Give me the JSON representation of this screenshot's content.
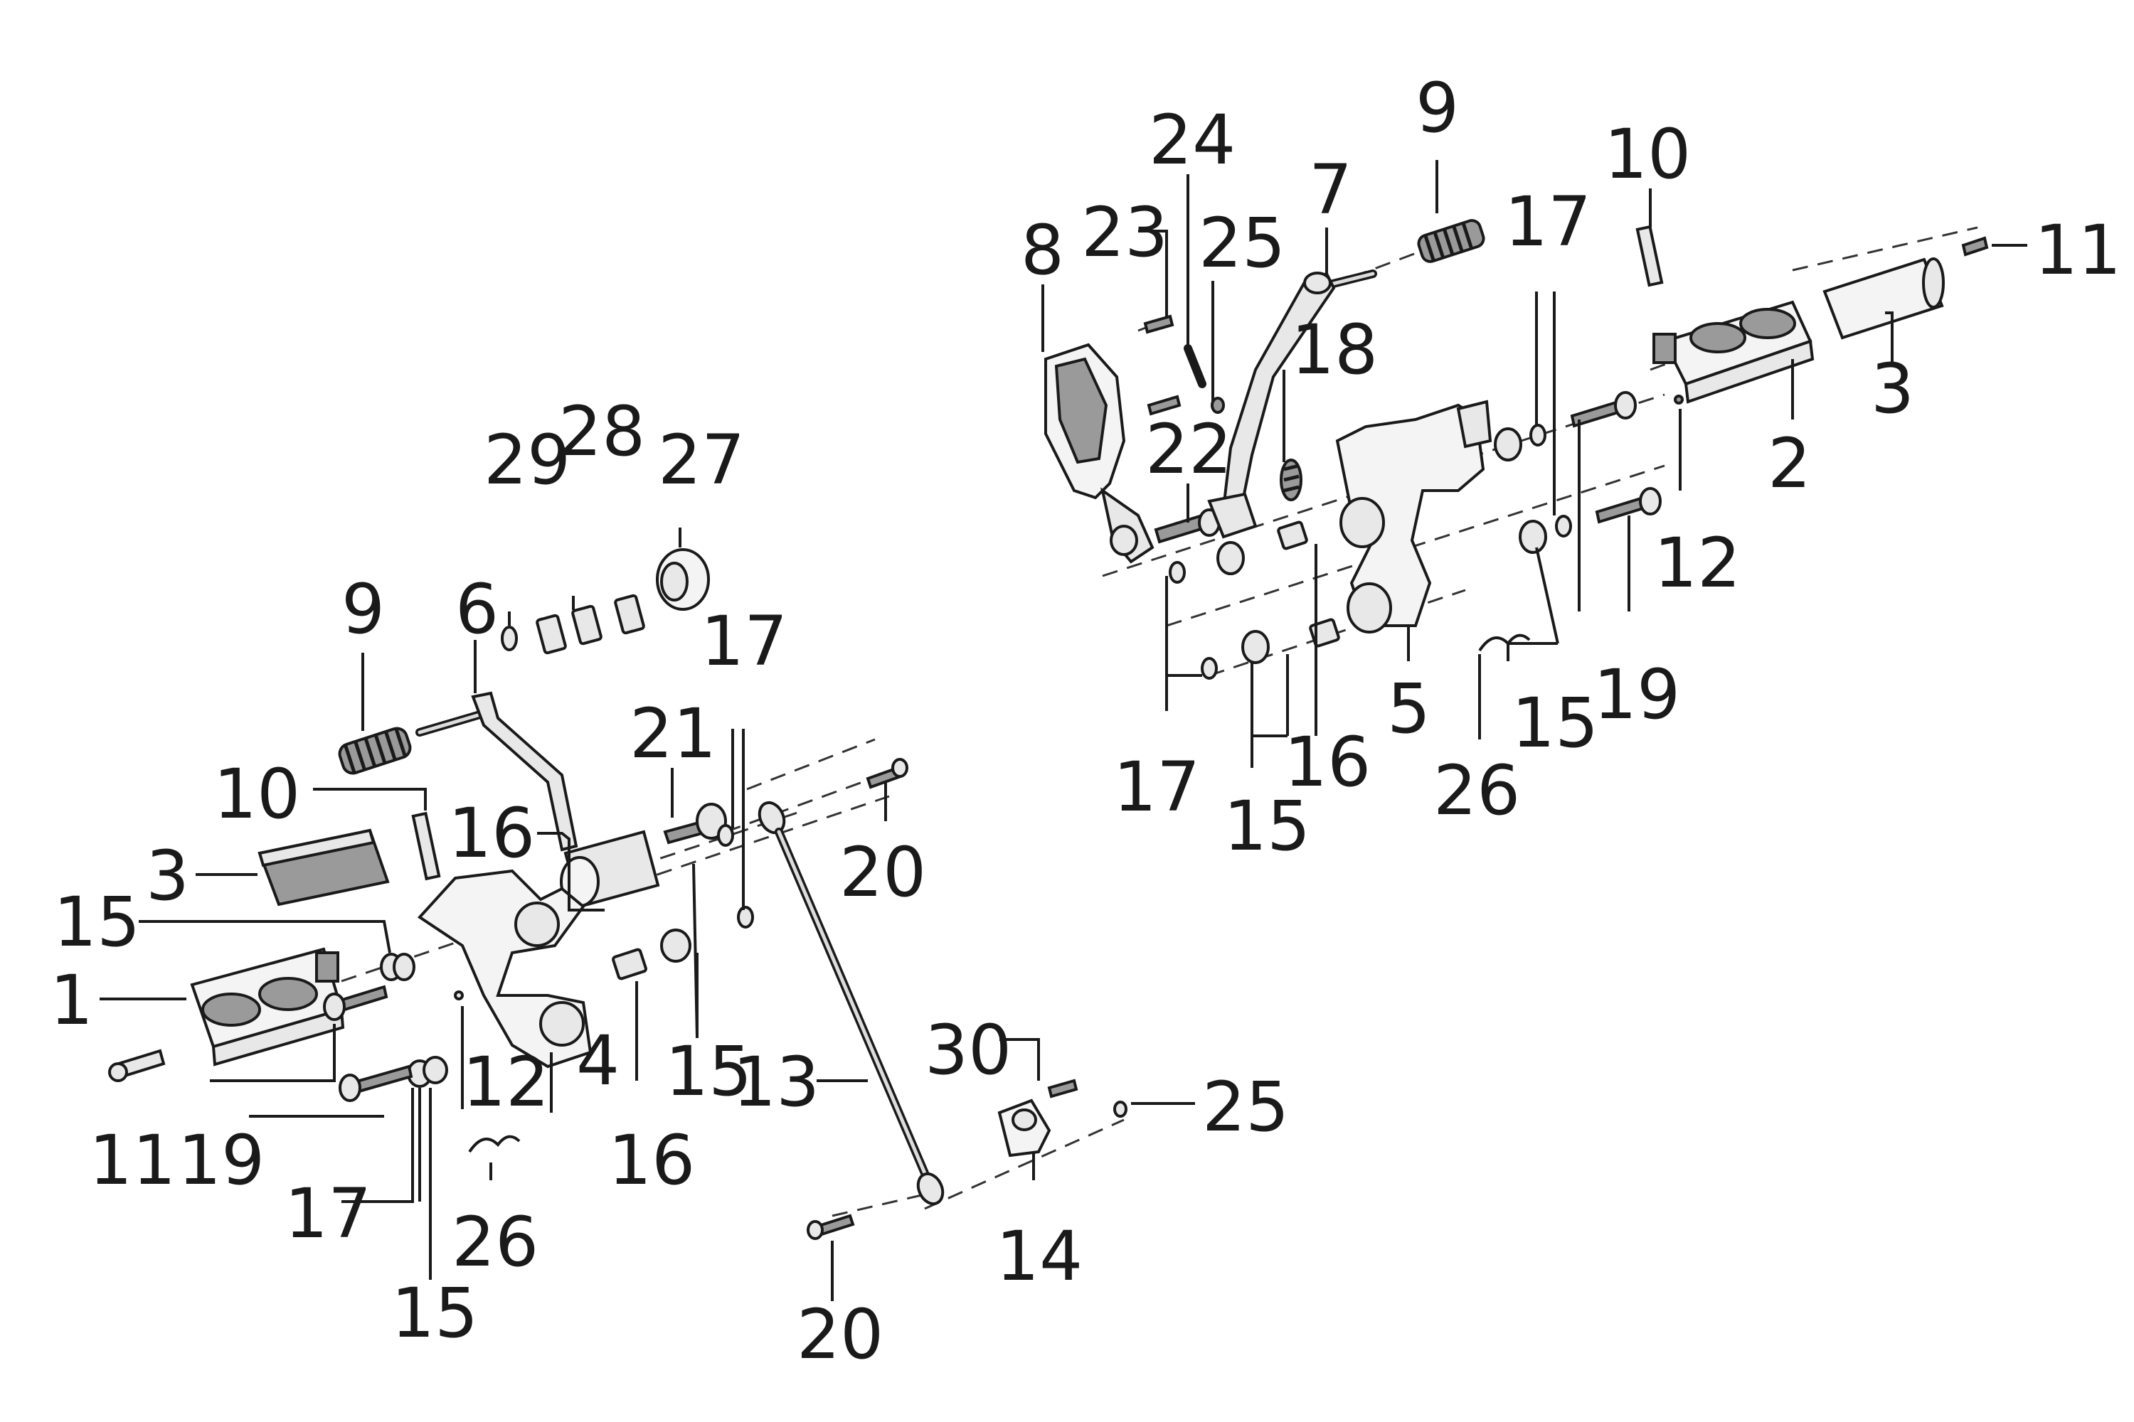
{
  "callouts": [
    {
      "id": "l1",
      "label": "1"
    },
    {
      "id": "l3",
      "label": "3"
    },
    {
      "id": "l9",
      "label": "9"
    },
    {
      "id": "l6",
      "label": "6"
    },
    {
      "id": "l29",
      "label": "29"
    },
    {
      "id": "l28",
      "label": "28"
    },
    {
      "id": "l27",
      "label": "27"
    },
    {
      "id": "l10",
      "label": "10"
    },
    {
      "id": "l16",
      "label": "16"
    },
    {
      "id": "l21",
      "label": "21"
    },
    {
      "id": "l17",
      "label": "17"
    },
    {
      "id": "l20",
      "label": "20"
    },
    {
      "id": "l15a",
      "label": "15"
    },
    {
      "id": "l19",
      "label": "19"
    },
    {
      "id": "l11",
      "label": "11"
    },
    {
      "id": "l17b",
      "label": "17"
    },
    {
      "id": "l26",
      "label": "26"
    },
    {
      "id": "l15b",
      "label": "15"
    },
    {
      "id": "l12",
      "label": "12"
    },
    {
      "id": "l4",
      "label": "4"
    },
    {
      "id": "l15c",
      "label": "15"
    },
    {
      "id": "l16b",
      "label": "16"
    },
    {
      "id": "l13",
      "label": "13"
    },
    {
      "id": "l30",
      "label": "30"
    },
    {
      "id": "l25",
      "label": "25"
    },
    {
      "id": "l14",
      "label": "14"
    },
    {
      "id": "l20b",
      "label": "20"
    },
    {
      "id": "r8",
      "label": "8"
    },
    {
      "id": "r23",
      "label": "23"
    },
    {
      "id": "r24",
      "label": "24"
    },
    {
      "id": "r25",
      "label": "25"
    },
    {
      "id": "r7",
      "label": "7"
    },
    {
      "id": "r9",
      "label": "9"
    },
    {
      "id": "r17",
      "label": "17"
    },
    {
      "id": "r10",
      "label": "10"
    },
    {
      "id": "r11",
      "label": "11"
    },
    {
      "id": "r3",
      "label": "3"
    },
    {
      "id": "r2",
      "label": "2"
    },
    {
      "id": "r18",
      "label": "18"
    },
    {
      "id": "r22",
      "label": "22"
    },
    {
      "id": "r12",
      "label": "12"
    },
    {
      "id": "r19",
      "label": "19"
    },
    {
      "id": "r5",
      "label": "5"
    },
    {
      "id": "r15",
      "label": "15"
    },
    {
      "id": "r26",
      "label": "26"
    },
    {
      "id": "r16",
      "label": "16"
    },
    {
      "id": "r15b",
      "label": "15"
    },
    {
      "id": "r17b",
      "label": "17"
    }
  ]
}
